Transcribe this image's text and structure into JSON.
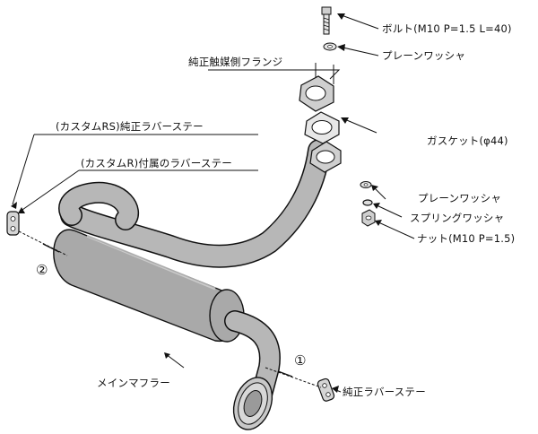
{
  "colors": {
    "line": "#111111",
    "muffler_fill": "#a9a9a9",
    "pipe_fill": "#b7b7b7",
    "flange_fill": "#cfcfcf",
    "background": "#ffffff"
  },
  "labels": {
    "bolt": "ボルト(M10 P=1.5 L=40)",
    "plain_washer_top": "プレーンワッシャ",
    "oem_cat_flange": "純正触媒側フランジ",
    "gasket": "ガスケット(φ44)",
    "plain_washer_bottom": "プレーンワッシャ",
    "spring_washer": "スプリングワッシャ",
    "nut": "ナット(M10 P=1.5)",
    "custom_rs_rubber_stay": "(カスタムRS)純正ラバーステー",
    "custom_r_rubber_stay": "(カスタムR)付属のラバーステー",
    "main_muffler": "メインマフラー",
    "oem_rubber_stay": "純正ラバーステー",
    "marker_1": "①",
    "marker_2": "②"
  }
}
